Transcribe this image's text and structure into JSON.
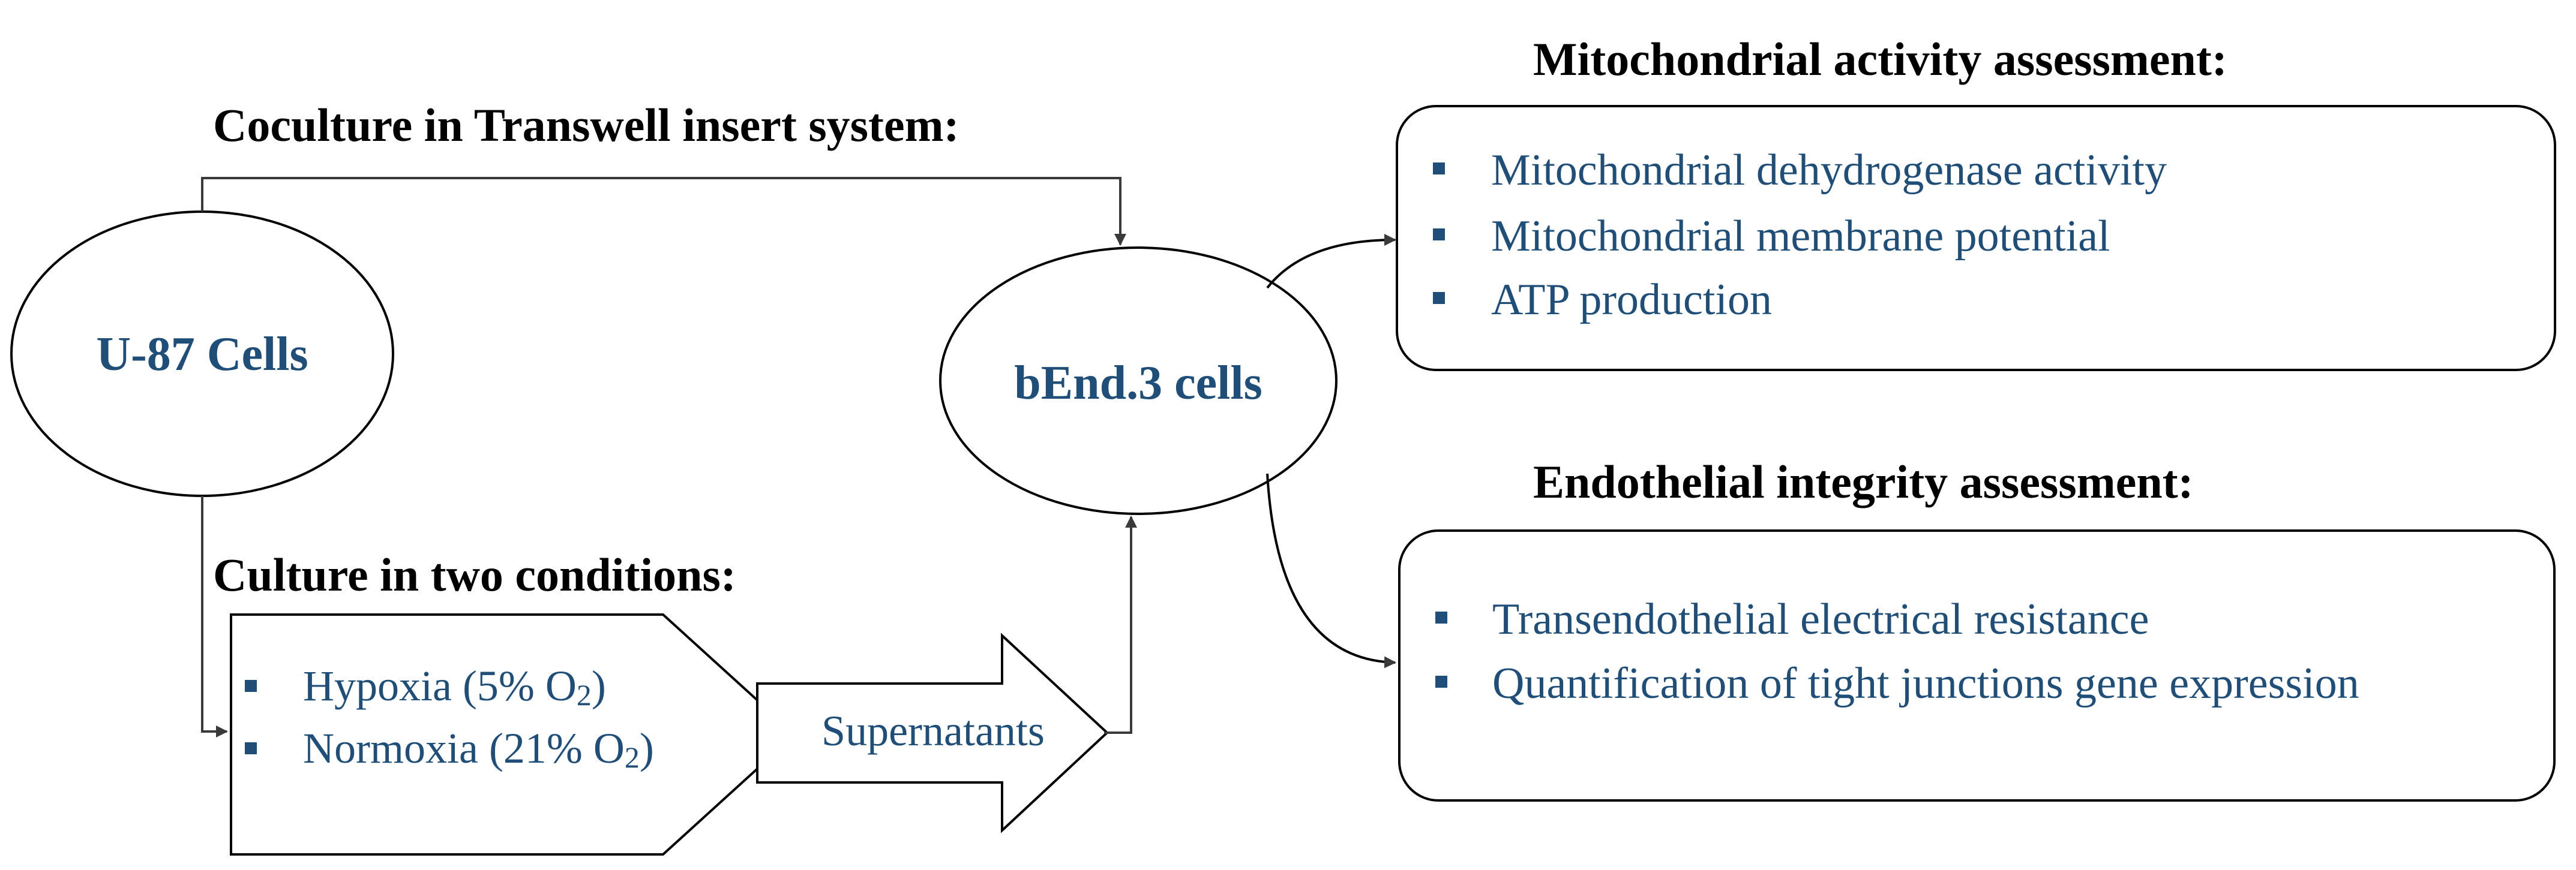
{
  "headings": {
    "coculture": "Coculture in Transwell insert system:",
    "culture": "Culture in two conditions:",
    "mito": "Mitochondrial activity assessment:",
    "endo": "Endothelial integrity assessment:"
  },
  "nodes": {
    "u87": "U-87 Cells",
    "bend3": "bEnd.3 cells"
  },
  "conditions": {
    "hypoxia_text": "Hypoxia (5% O",
    "hypoxia_sub": "2",
    "hypoxia_close": ")",
    "normoxia_text": "Normoxia (21% O",
    "normoxia_sub": "2",
    "normoxia_close": ")"
  },
  "arrow_label": "Supernatants",
  "mito_items": [
    "Mitochondrial dehydrogenase activity",
    "Mitochondrial membrane potential",
    "ATP production"
  ],
  "endo_items": [
    "Transendothelial electrical resistance",
    "Quantification of tight junctions gene expression"
  ],
  "colors": {
    "text_blue": "#1f4e79",
    "line": "#000000"
  }
}
